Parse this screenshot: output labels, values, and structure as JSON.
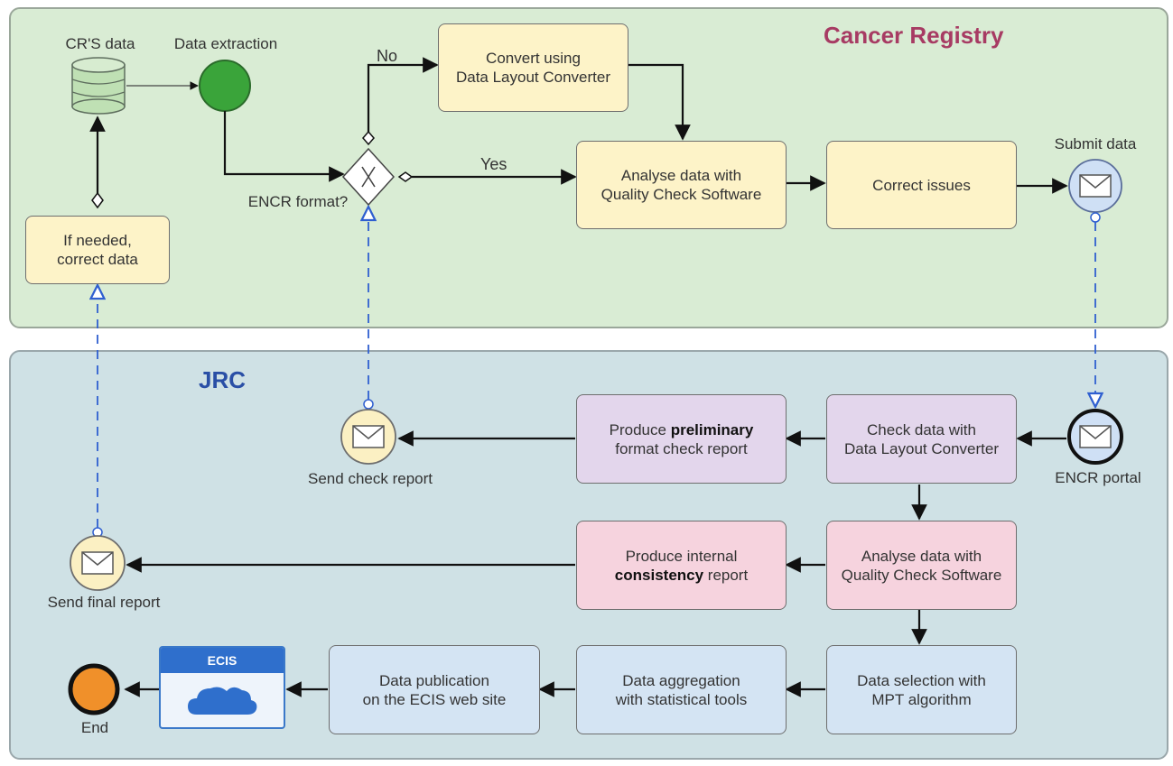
{
  "lanes": {
    "cancer_registry": "Cancer Registry",
    "jrc": "JRC"
  },
  "events": {
    "crs_data": "CR'S data",
    "data_extraction": "Data extraction",
    "encr_format": "ENCR format?",
    "submit_data": "Submit data",
    "encr_portal": "ENCR portal",
    "send_check_report": "Send check report",
    "send_final_report": "Send final report",
    "end": "End"
  },
  "branches": {
    "no": "No",
    "yes": "Yes"
  },
  "tasks": {
    "convert_l1": "Convert using",
    "convert_l2": "Data Layout Converter",
    "analyse_cr_l1": "Analyse data with",
    "analyse_cr_l2": "Quality Check Software",
    "correct_issues": "Correct issues",
    "if_needed_l1": "If needed,",
    "if_needed_l2": "correct data",
    "check_l1": "Check data with",
    "check_l2": "Data Layout Converter",
    "prelim_a": "Produce ",
    "prelim_b": "preliminary",
    "prelim_c": "format check report",
    "analyse_jrc_l1": "Analyse data with",
    "analyse_jrc_l2": "Quality Check Software",
    "internal_l1": "Produce internal",
    "internal_b": "consistency",
    "internal_c": " report",
    "selection_l1": "Data selection with",
    "selection_l2": "MPT algorithm",
    "aggregation_l1": "Data aggregation",
    "aggregation_l2": "with statistical tools",
    "publication_l1": "Data publication",
    "publication_l2": "on the ECIS web site"
  },
  "ecis": {
    "label": "ECIS"
  },
  "colors": {
    "cancer_registry_title": "#a73b63",
    "jrc_title": "#2a4fa6",
    "message_flow": "#2f5fd0",
    "end_event": "#f0902a",
    "start_event": "#3aa43a"
  }
}
